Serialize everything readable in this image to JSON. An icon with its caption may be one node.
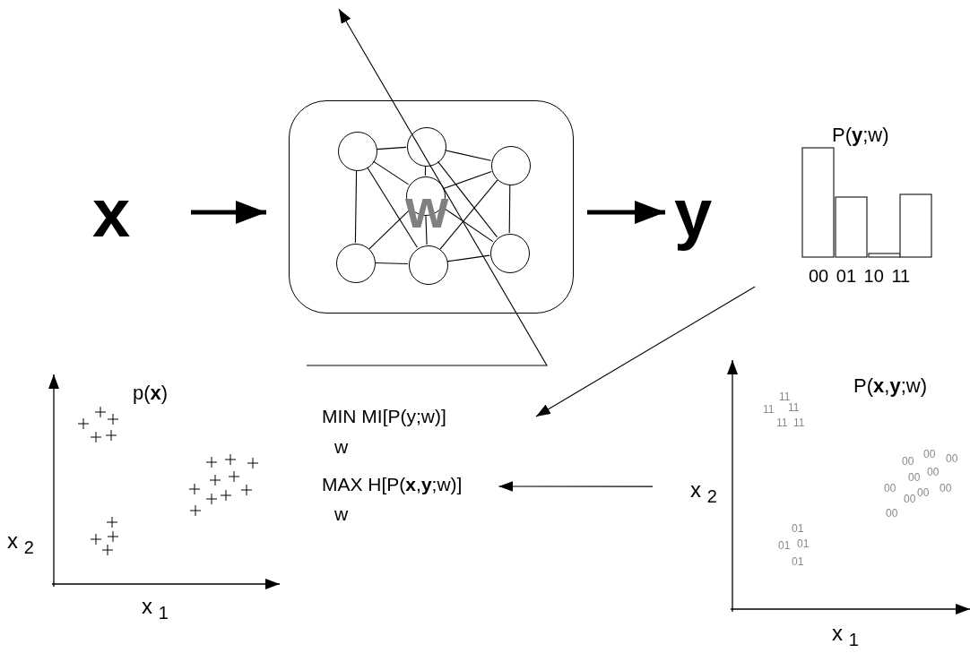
{
  "diagram": {
    "nodes": [
      {
        "text": [
          "x"
        ]
      },
      {
        "text": [],
        "shape": "box"
      },
      {
        "text": [],
        "shape": "circle",
        "in": 1
      },
      {
        "text": [],
        "shape": "circle",
        "in": 1
      },
      {
        "text": [],
        "shape": "circle",
        "in": 1
      },
      {
        "text": [
          "w"
        ],
        "in": 1
      },
      {
        "text": [],
        "shape": "circle",
        "in": 1
      },
      {
        "text": [],
        "shape": "circle",
        "in": 1
      },
      {
        "text": [],
        "shape": "circle",
        "in": 1
      },
      {
        "text": [
          "y"
        ]
      },
      {
        "text": [
          "P(**y**;w)",
          "00 01 10 11"
        ]
      },
      {
        "text": [
          "MIN MI[P(y;w)]",
          "w",
          "MAX H[P(**x**,**y**;w)]",
          "w"
        ]
      },
      {
        "text": [
          "p(**x**)",
          "x $_{2}$",
          "x $_{1}$"
        ]
      },
      {
        "text": [
          "P(**x**,**y**;w)",
          "x $_{2}$",
          "x $_{1}$"
        ]
      }
    ],
    "edges": [
      {
        "from": 0,
        "to": 1,
        "arrow": "to",
        "style": "thick"
      },
      {
        "from": 1,
        "to": 9,
        "arrow": "to",
        "style": "thick"
      },
      {
        "from": 10,
        "to": 11,
        "arrow": "to"
      },
      {
        "from": 13,
        "to": 11,
        "arrow": "to"
      },
      {
        "from": 11,
        "to": null,
        "arrow": "to"
      },
      {
        "from": 2,
        "to": 3,
        "arrow": "none"
      },
      {
        "from": 2,
        "to": 6,
        "arrow": "none"
      },
      {
        "from": 2,
        "to": 5,
        "arrow": "none"
      },
      {
        "from": 2,
        "to": 7,
        "arrow": "none"
      },
      {
        "from": 3,
        "to": 5,
        "arrow": "none"
      },
      {
        "from": 3,
        "to": 4,
        "arrow": "none"
      },
      {
        "from": 3,
        "to": 8,
        "arrow": "none"
      },
      {
        "from": 4,
        "to": 8,
        "arrow": "none"
      },
      {
        "from": 4,
        "to": 5,
        "arrow": "none"
      },
      {
        "from": 4,
        "to": 7,
        "arrow": "none"
      },
      {
        "from": 5,
        "to": 6,
        "arrow": "none"
      },
      {
        "from": 5,
        "to": 7,
        "arrow": "none"
      },
      {
        "from": 5,
        "to": 8,
        "arrow": "none"
      },
      {
        "from": 6,
        "to": 7,
        "arrow": "none"
      },
      {
        "from": 7,
        "to": 8,
        "arrow": "none"
      }
    ],
    "labels": [
      "11",
      "11",
      "11",
      "11",
      "11",
      "00",
      "00",
      "00",
      "00",
      "00",
      "00",
      "00",
      "00",
      "00",
      "00",
      "01",
      "01",
      "01",
      "01"
    ]
  }
}
